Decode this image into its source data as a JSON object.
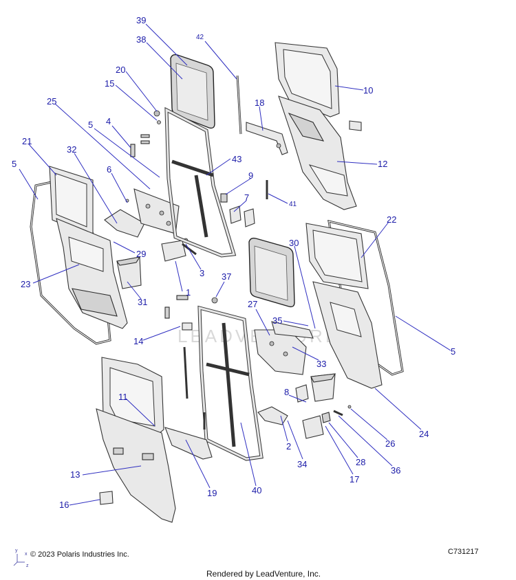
{
  "callouts": [
    {
      "num": "1"
    },
    {
      "num": "2"
    },
    {
      "num": "3"
    },
    {
      "num": "4"
    },
    {
      "num": "5"
    },
    {
      "num": "5"
    },
    {
      "num": "5"
    },
    {
      "num": "6"
    },
    {
      "num": "7"
    },
    {
      "num": "8"
    },
    {
      "num": "9"
    },
    {
      "num": "10"
    },
    {
      "num": "11"
    },
    {
      "num": "12"
    },
    {
      "num": "13"
    },
    {
      "num": "14"
    },
    {
      "num": "15"
    },
    {
      "num": "16"
    },
    {
      "num": "17"
    },
    {
      "num": "18"
    },
    {
      "num": "19"
    },
    {
      "num": "20"
    },
    {
      "num": "21"
    },
    {
      "num": "22"
    },
    {
      "num": "23"
    },
    {
      "num": "24"
    },
    {
      "num": "25"
    },
    {
      "num": "26"
    },
    {
      "num": "27"
    },
    {
      "num": "28"
    },
    {
      "num": "29"
    },
    {
      "num": "30"
    },
    {
      "num": "31"
    },
    {
      "num": "32"
    },
    {
      "num": "33"
    },
    {
      "num": "34"
    },
    {
      "num": "35"
    },
    {
      "num": "36"
    },
    {
      "num": "37"
    },
    {
      "num": "38"
    },
    {
      "num": "39"
    },
    {
      "num": "40"
    },
    {
      "num": "41"
    },
    {
      "num": "42"
    },
    {
      "num": "43"
    }
  ],
  "copyright": "© 2023 Polaris Industries Inc.",
  "diagram_code": "C731217",
  "rendered_by": "Rendered by LeadVenture, Inc.",
  "watermark": "LEADVENTURE",
  "axes": {
    "y": "y",
    "x": "x",
    "z": "z"
  },
  "colors": {
    "callout": "#1a1aa8",
    "leader": "#2d2dc0",
    "line": "#333333"
  }
}
